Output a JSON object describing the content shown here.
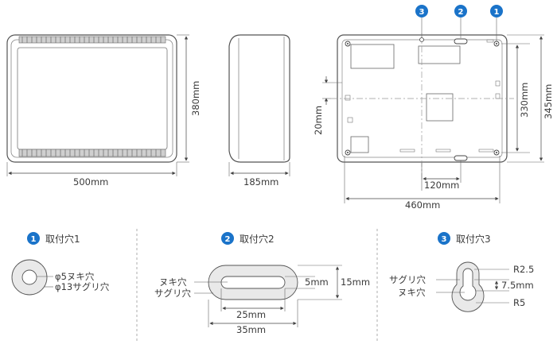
{
  "views": {
    "front": {
      "width_label": "500mm",
      "height_label": "380mm"
    },
    "side": {
      "depth_label": "185mm"
    },
    "back": {
      "hole_spacing_h_label": "460mm",
      "hole_spacing_v_label": "330mm",
      "height_label": "345mm",
      "offset_label": "120mm",
      "top_offset_label": "20mm",
      "badges": [
        "3",
        "2",
        "1"
      ]
    }
  },
  "details": [
    {
      "badge": "1",
      "title": "取付穴1",
      "labels": [
        "φ5ヌキ穴",
        "φ13サグリ穴"
      ]
    },
    {
      "badge": "2",
      "title": "取付穴2",
      "side_labels": [
        "ヌキ穴",
        "サグリ穴"
      ],
      "dims": {
        "inner_h": "5mm",
        "outer_h": "15mm",
        "inner_w": "25mm",
        "outer_w": "35mm"
      }
    },
    {
      "badge": "3",
      "title": "取付穴3",
      "side_labels": [
        "サグリ穴",
        "ヌキ穴"
      ],
      "dims": {
        "r_small": "R2.5",
        "spacing": "7.5mm",
        "r_large": "R5"
      }
    }
  ],
  "colors": {
    "badge": "#1a73c9",
    "line": "#555555",
    "dash": "#999999"
  }
}
